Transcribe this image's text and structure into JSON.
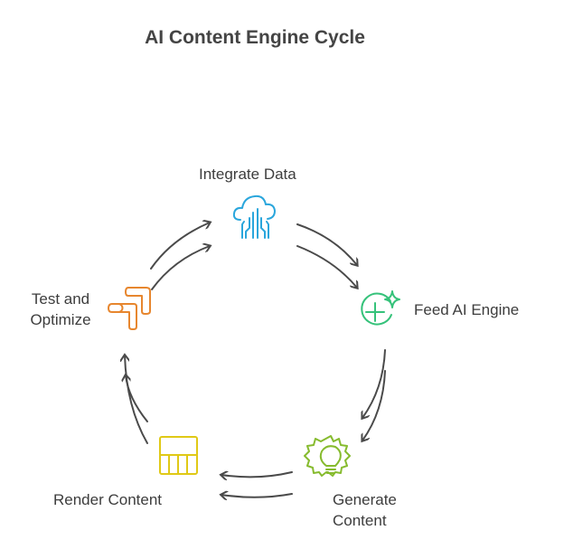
{
  "title": "AI Content Engine Cycle",
  "steps": [
    {
      "label": "Integrate Data",
      "icon": "cloud-data-icon",
      "color": "#2aa6dc"
    },
    {
      "label": "Feed AI Engine",
      "icon": "plus-sparkle-icon",
      "color": "#35c27a"
    },
    {
      "label_line1": "Generate",
      "label_line2": "Content",
      "icon": "lightbulb-gear-icon",
      "color": "#86bb2e"
    },
    {
      "label": "Render Content",
      "icon": "table-layout-icon",
      "color": "#e0c916"
    },
    {
      "label_line1": "Test and",
      "label_line2": "Optimize",
      "icon": "optimize-blocks-icon",
      "color": "#e7862e"
    }
  ],
  "arrow_color": "#4a4a4a"
}
